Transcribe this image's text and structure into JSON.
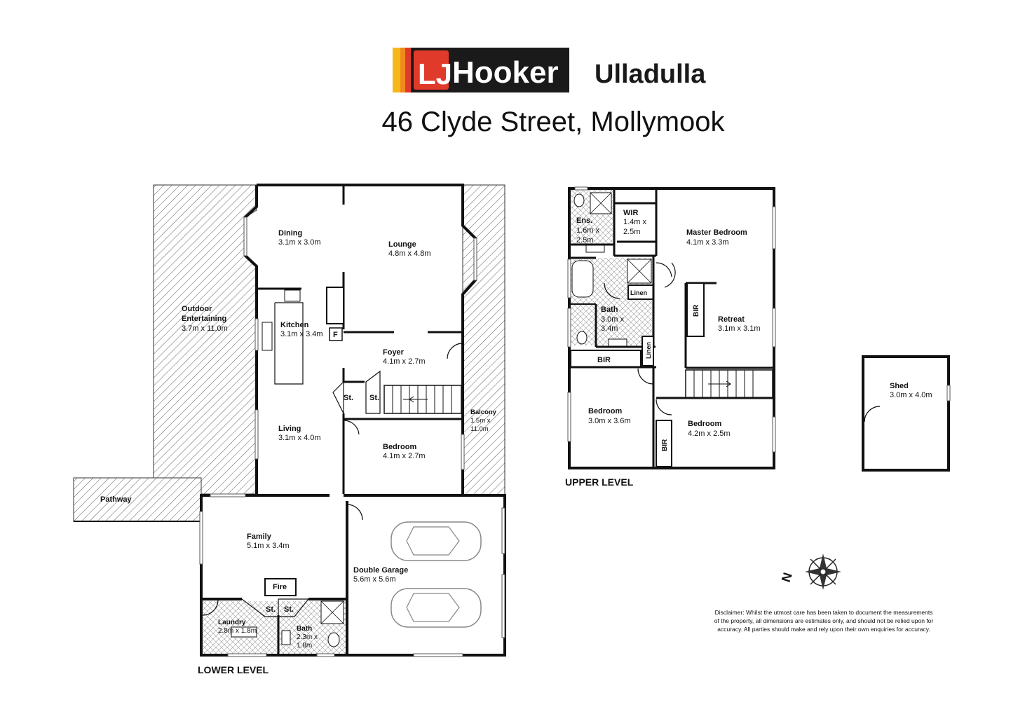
{
  "brand": {
    "logo_letters": "LJ",
    "logo_word": "Hooker",
    "office": "Ulladulla",
    "colors": {
      "black": "#1a1a1a",
      "red": "#e03a2a",
      "orange": "#f08a1c",
      "yellow": "#f6b71a"
    }
  },
  "address": "46 Clyde Street, Mollymook",
  "lower_level": {
    "label": "LOWER LEVEL",
    "rooms": {
      "outdoor": {
        "name1": "Outdoor",
        "name2": "Entertaining",
        "dims": "3.7m x 11.0m"
      },
      "pathway": {
        "name": "Pathway"
      },
      "dining": {
        "name": "Dining",
        "dims": "3.1m x 3.0m"
      },
      "lounge": {
        "name": "Lounge",
        "dims": "4.8m x 4.8m"
      },
      "kitchen": {
        "name": "Kitchen",
        "dims": "3.1m x 3.4m"
      },
      "fridge": {
        "name": "F"
      },
      "foyer": {
        "name": "Foyer",
        "dims": "4.1m x 2.7m"
      },
      "store1": {
        "name": "St."
      },
      "store2": {
        "name": "St."
      },
      "living": {
        "name": "Living",
        "dims": "3.1m x 4.0m"
      },
      "bedroom": {
        "name": "Bedroom",
        "dims": "4.1m x 2.7m"
      },
      "balcony": {
        "name": "Balcony",
        "dims1": "1.5m x",
        "dims2": "11.0m"
      },
      "family": {
        "name": "Family",
        "dims": "5.1m x 3.4m"
      },
      "fire": {
        "name": "Fire"
      },
      "store3": {
        "name": "St."
      },
      "store4": {
        "name": "St."
      },
      "laundry": {
        "name": "Laundry",
        "dims": "2.8m x 1.8m"
      },
      "bath": {
        "name": "Bath",
        "dims1": "2.3m x",
        "dims2": "1.8m"
      },
      "garage": {
        "name": "Double Garage",
        "dims": "5.6m x 5.6m"
      }
    }
  },
  "upper_level": {
    "label": "UPPER LEVEL",
    "rooms": {
      "ensuite": {
        "name": "Ens.",
        "dims1": "1.6m x",
        "dims2": "2.5m"
      },
      "wir": {
        "name": "WIR",
        "dims1": "1.4m x",
        "dims2": "2.5m"
      },
      "master": {
        "name": "Master Bedroom",
        "dims": "4.1m x 3.3m"
      },
      "linen1": {
        "name": "Linen"
      },
      "bath": {
        "name": "Bath",
        "dims1": "3.0m x",
        "dims2": "3.4m"
      },
      "bir1": {
        "name": "BIR"
      },
      "retreat": {
        "name": "Retreat",
        "dims": "3.1m x 3.1m"
      },
      "linen2": {
        "name": "Linen"
      },
      "bir2": {
        "name": "BIR"
      },
      "bedroom1": {
        "name": "Bedroom",
        "dims": "3.0m x 3.6m"
      },
      "bedroom2": {
        "name": "Bedroom",
        "dims": "4.2m x 2.5m"
      },
      "bir3": {
        "name": "BIR"
      }
    }
  },
  "shed": {
    "name": "Shed",
    "dims": "3.0m x 4.0m"
  },
  "compass": {
    "north": "N"
  },
  "disclaimer": {
    "line1": "Disclaimer: Whilst the utmost care has been taken to document the measurements",
    "line2": "of the property, all dimensions are estimates only, and should not be relied upon for",
    "line3": "accuracy.  All parties should make and rely upon their own enquiries for accuracy."
  }
}
